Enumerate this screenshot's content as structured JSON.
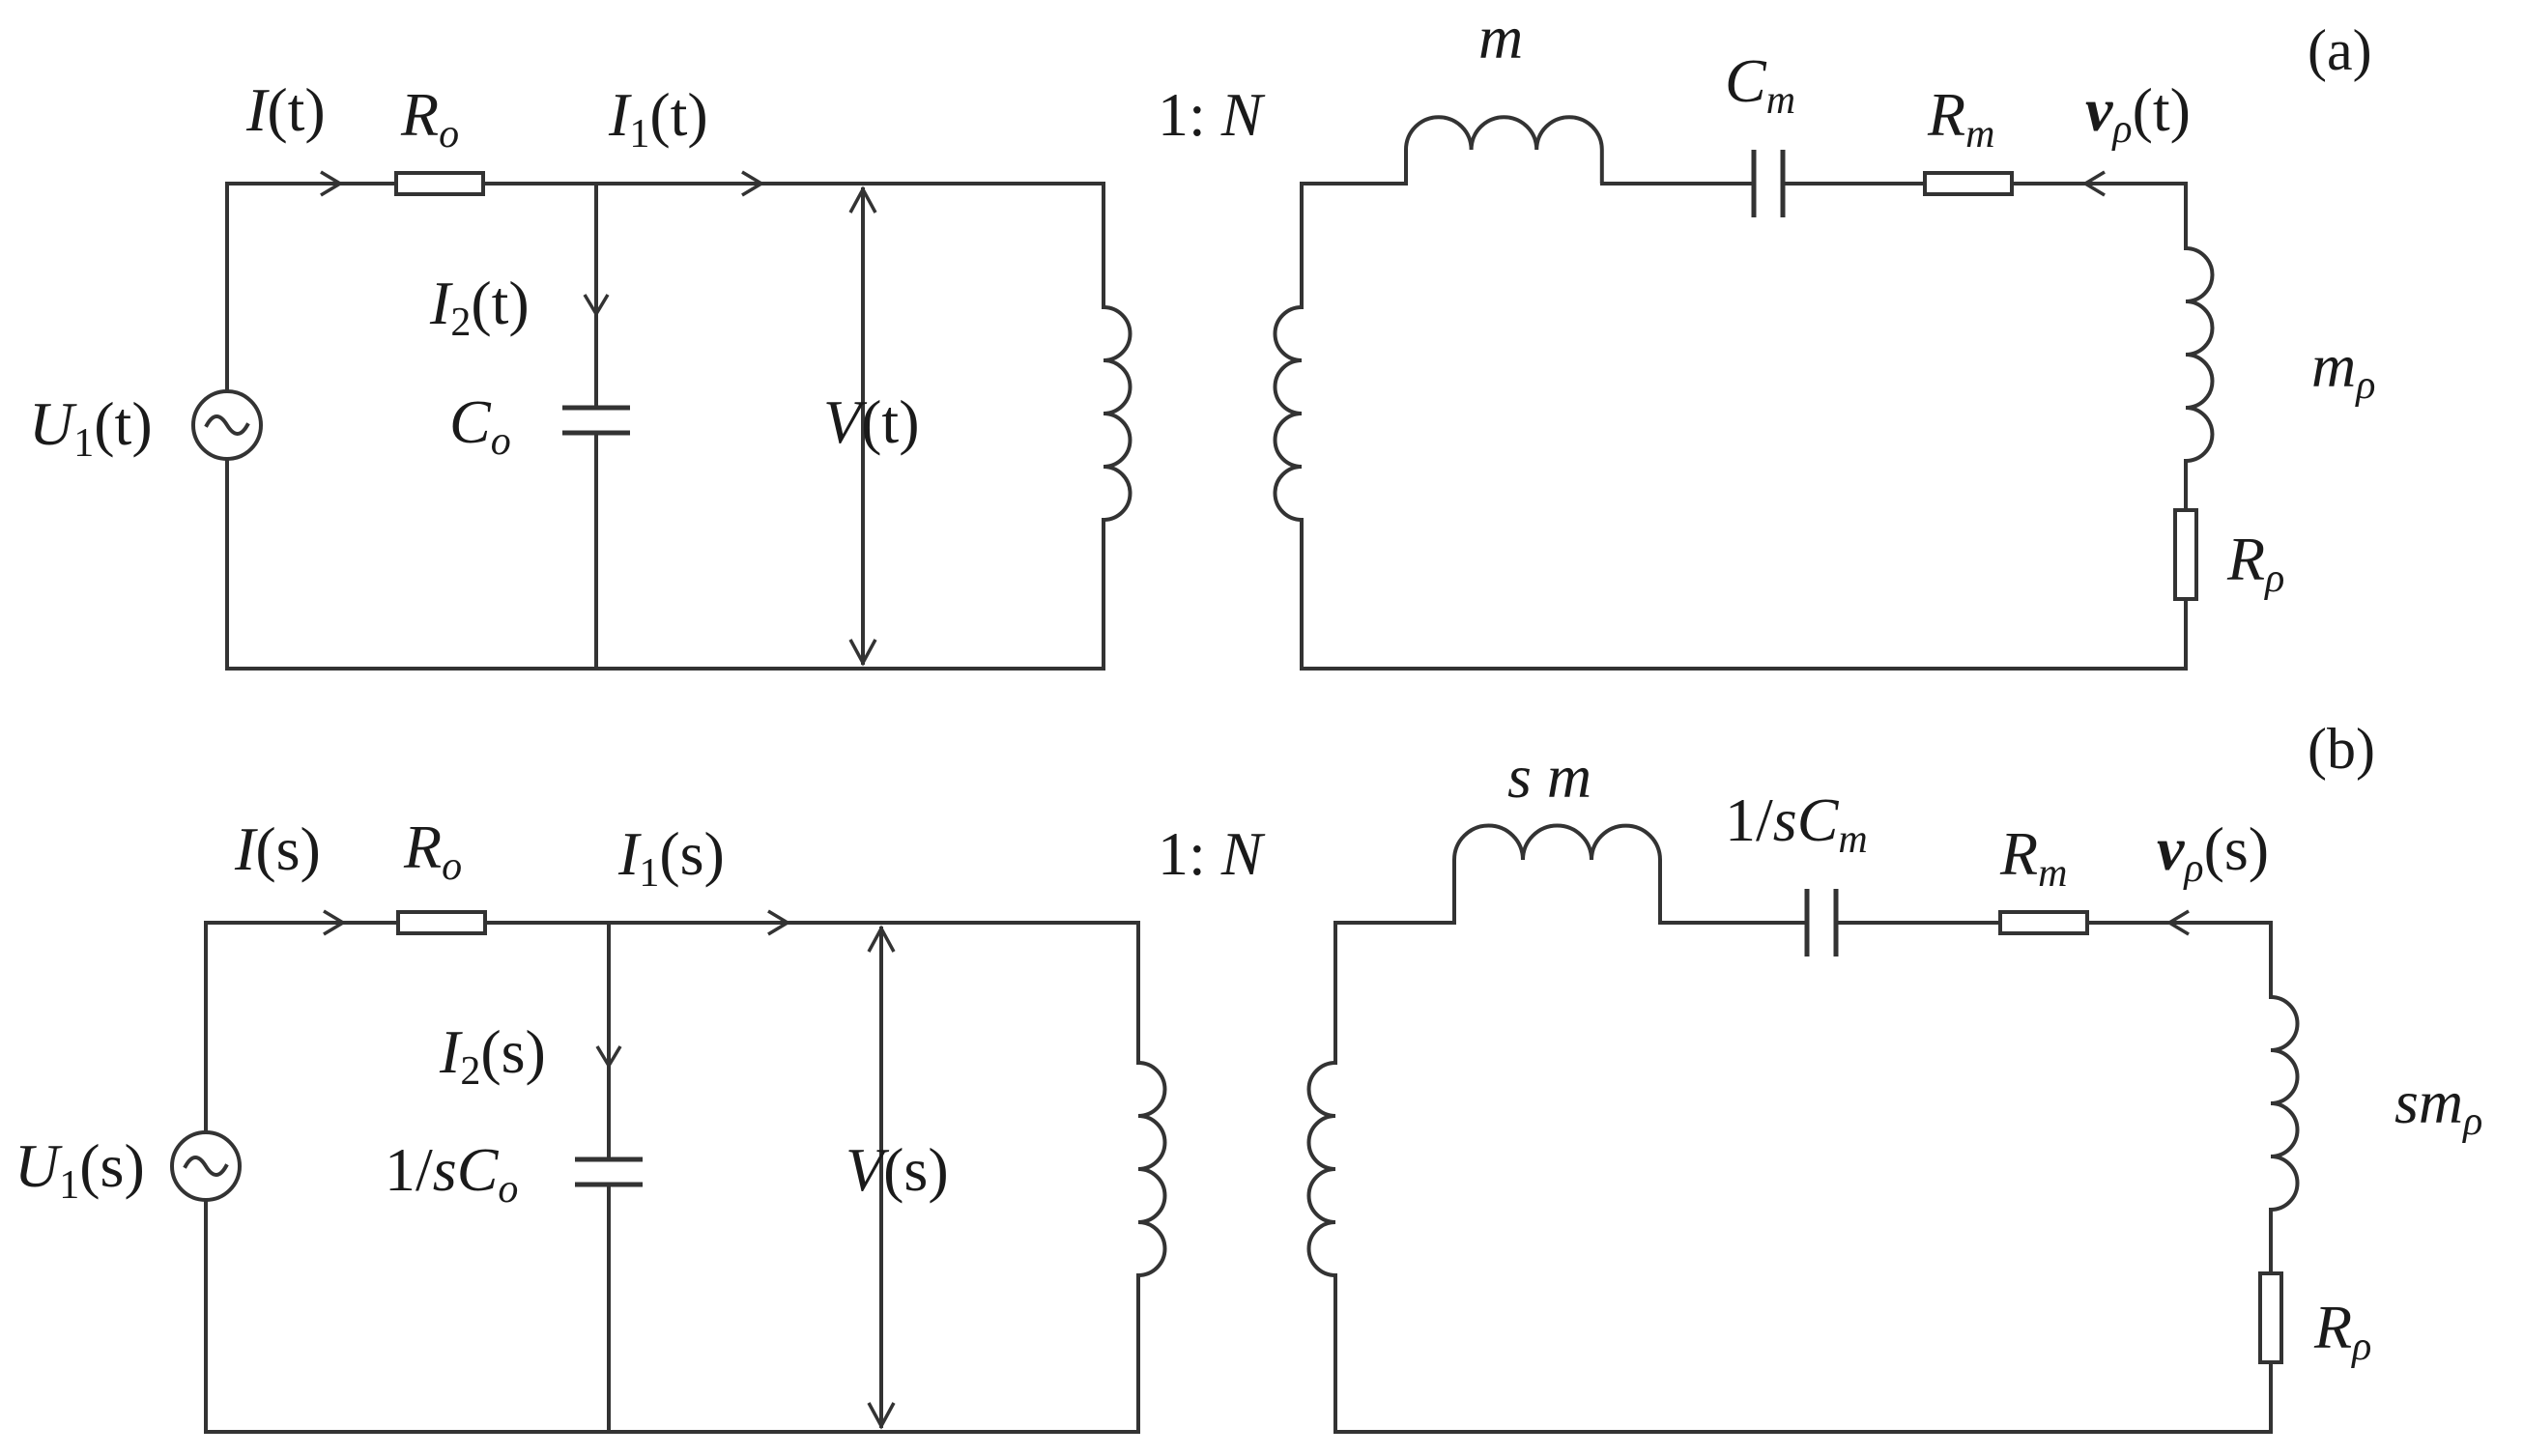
{
  "panel_a": {
    "tag": "(a)",
    "source_current": {
      "sym": "I",
      "arg": "(t)"
    },
    "ro": {
      "sym": "R",
      "sub": "o"
    },
    "i1": {
      "sym": "I",
      "sub": "1",
      "arg": "(t)"
    },
    "ratio": {
      "lead": "1: ",
      "sym": "N"
    },
    "m": {
      "sym": "m"
    },
    "cm": {
      "sym": "C",
      "sub": "m"
    },
    "rm": {
      "sym": "R",
      "sub": "m"
    },
    "v_rho": {
      "sym": "v",
      "sub": "ρ",
      "arg": "(t)"
    },
    "i2": {
      "sym": "I",
      "sub": "2",
      "arg": "(t)"
    },
    "u1": {
      "sym": "U",
      "sub": "1",
      "arg": "(t)"
    },
    "co": {
      "sym": "C",
      "sub": "o"
    },
    "v": {
      "sym": "V",
      "arg": "(t)"
    },
    "m_rho": {
      "sym": "m",
      "sub": "ρ"
    },
    "r_rho": {
      "sym": "R",
      "sub": "ρ"
    }
  },
  "panel_b": {
    "tag": "(b)",
    "source_current": {
      "sym": "I",
      "arg": "(s)"
    },
    "ro": {
      "sym": "R",
      "sub": "o"
    },
    "i1": {
      "sym": "I",
      "sub": "1",
      "arg": "(s)"
    },
    "ratio": {
      "lead": "1: ",
      "sym": "N"
    },
    "sm": {
      "sym": "s m"
    },
    "cm": {
      "lead": "1/",
      "sym": "sC",
      "sub": "m"
    },
    "rm": {
      "sym": "R",
      "sub": "m"
    },
    "v_rho": {
      "sym": "v",
      "sub": "ρ",
      "arg": "(s)"
    },
    "i2": {
      "sym": "I",
      "sub": "2",
      "arg": "(s)"
    },
    "u1": {
      "sym": "U",
      "sub": "1",
      "arg": "(s)"
    },
    "co": {
      "lead": "1/",
      "sym": "sC",
      "sub": "o"
    },
    "v": {
      "sym": "V",
      "arg": "(s)"
    },
    "sm_rho": {
      "sym": "sm",
      "sub": "ρ"
    },
    "r_rho": {
      "sym": "R",
      "sub": "ρ"
    }
  }
}
